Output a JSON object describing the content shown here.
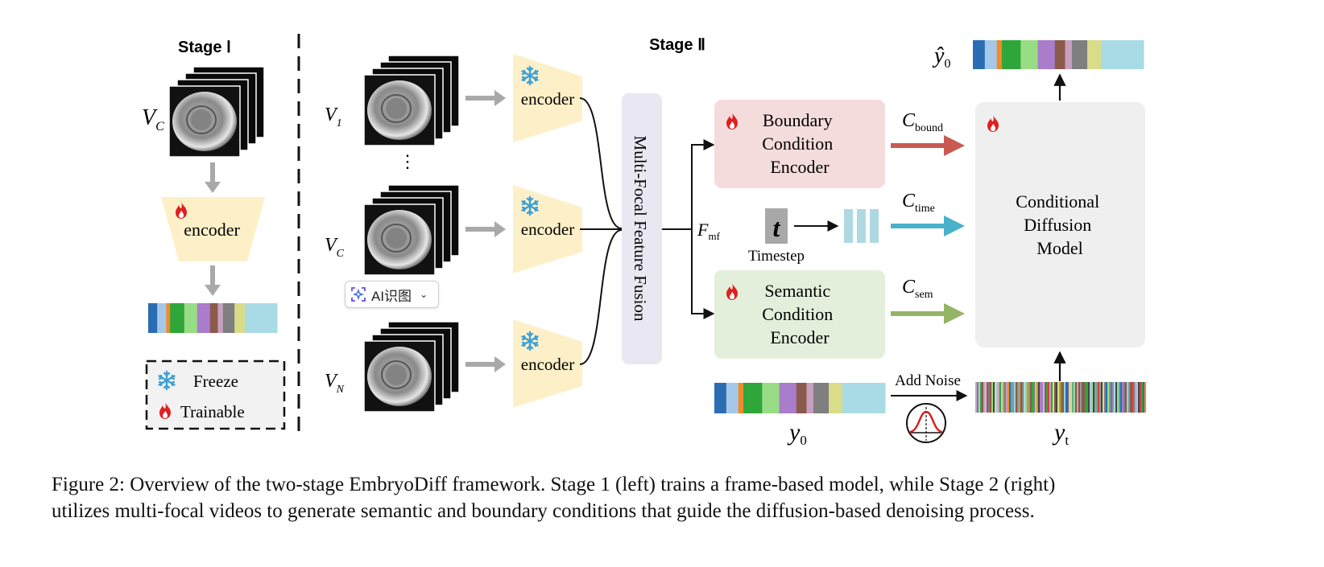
{
  "stage1": {
    "title": "Stage Ⅰ",
    "video_label": "V",
    "video_sub": "C",
    "encoder_label": "encoder",
    "legend": {
      "freeze": "Freeze",
      "trainable": "Trainable"
    }
  },
  "stage2": {
    "title": "Stage Ⅱ",
    "inputs": [
      {
        "label": "V",
        "sub": "1"
      },
      {
        "label": "V",
        "sub": "C"
      },
      {
        "label": "V",
        "sub": "N"
      }
    ],
    "encoder_label": "encoder",
    "ellipsis": "⋮",
    "fusion_label": "Multi-Focal Feature Fusion",
    "fmf_label": "F",
    "fmf_sub": "mf",
    "boundary_encoder": [
      "Boundary",
      "Condition",
      "Encoder"
    ],
    "semantic_encoder": [
      "Semantic",
      "Condition",
      "Encoder"
    ],
    "timestep_symbol": "t",
    "timestep_label": "Timestep",
    "c_bound": {
      "main": "C",
      "sub": "bound"
    },
    "c_time": {
      "main": "C",
      "sub": "time"
    },
    "c_sem": {
      "main": "C",
      "sub": "sem"
    },
    "diffusion_model": [
      "Conditional",
      "Diffusion",
      "Model"
    ],
    "add_noise": "Add Noise",
    "y0_label": "y",
    "y0_sub": "0",
    "yt_label": "y",
    "yt_sub": "t",
    "yhat_label": "ŷ",
    "yhat_sub": "0"
  },
  "toolbar": {
    "ai_label": "AI识图"
  },
  "caption": [
    "Figure 2: Overview of the two-stage EmbryoDiff framework. Stage 1 (left) trains a frame-based model, while Stage 2 (right)",
    "utilizes multi-focal videos to generate semantic and boundary conditions that guide the diffusion-based denoising process."
  ],
  "colors": {
    "encoder_fill": "#fdf0c8",
    "fusion_fill": "#e9e7f2",
    "boundary_fill": "#f5dcdc",
    "semantic_fill": "#e4efdb",
    "diffusion_fill": "#efefef",
    "time_token": "#aed9e3",
    "arrow_grey": "#a9a9a9",
    "arrow_red": "#c85a52",
    "arrow_blue": "#4ab1cc",
    "arrow_green": "#93b565",
    "flame": "#e02020",
    "snow": "#3d9fd6"
  },
  "token_colors": [
    "#2a6db3",
    "#a6c8e8",
    "#f08a2a",
    "#2ea63a",
    "#98dd85",
    "#a97ccc",
    "#8b5a4a",
    "#c7a0c0",
    "#7f7f7f",
    "#d9dc88",
    "#a9dbe6"
  ]
}
